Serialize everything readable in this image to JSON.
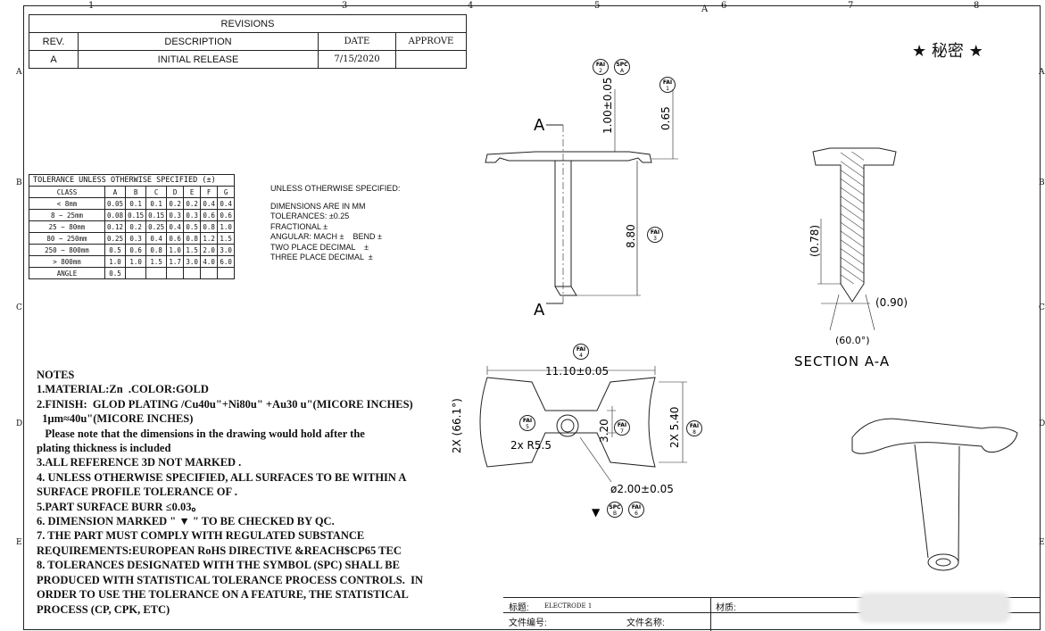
{
  "zones": {
    "columns": [
      "1",
      "3",
      "4",
      "5",
      "A",
      "6",
      "7",
      "8"
    ],
    "rows": [
      "A",
      "B",
      "C",
      "D",
      "E"
    ]
  },
  "revisions": {
    "title": "REVISIONS",
    "headers": [
      "REV.",
      "DESCRIPTION",
      "DATE",
      "APPROVE"
    ],
    "rows": [
      [
        "A",
        "INITIAL RELEASE",
        "7/15/2020",
        ""
      ]
    ]
  },
  "confidential": "★ 秘密 ★",
  "tolerance_table": {
    "title": "TOLERANCE UNLESS OTHERWISE SPECIFIED (±)",
    "headers": [
      "CLASS",
      "A",
      "B",
      "C",
      "D",
      "E",
      "F",
      "G"
    ],
    "rows": [
      [
        "< 8mm",
        "0.05",
        "0.1",
        "0.1",
        "0.2",
        "0.2",
        "0.4",
        "0.4"
      ],
      [
        "8 ~ 25mm",
        "0.08",
        "0.15",
        "0.15",
        "0.3",
        "0.3",
        "0.6",
        "0.6"
      ],
      [
        "25 ~ 80mm",
        "0.12",
        "0.2",
        "0.25",
        "0.4",
        "0.5",
        "0.8",
        "1.0"
      ],
      [
        "80 ~ 250mm",
        "0.25",
        "0.3",
        "0.4",
        "0.6",
        "0.8",
        "1.2",
        "1.5"
      ],
      [
        "250 ~ 800mm",
        "0.5",
        "0.6",
        "0.8",
        "1.0",
        "1.5",
        "2.0",
        "3.0"
      ],
      [
        "> 800mm",
        "1.0",
        "1.0",
        "1.5",
        "1.7",
        "3.0",
        "4.0",
        "6.0"
      ],
      [
        "ANGLE",
        "0.5",
        "",
        "",
        "",
        "",
        "",
        ""
      ]
    ]
  },
  "unless_specified": {
    "title": "UNLESS OTHERWISE SPECIFIED:",
    "lines": [
      "DIMENSIONS ARE IN MM",
      "TOLERANCES: ±0.25",
      "FRACTIONAL ±",
      "ANGULAR: MACH ±    BEND ±",
      "TWO PLACE DECIMAL    ±",
      "THREE PLACE DECIMAL  ±"
    ]
  },
  "notes": {
    "title": "NOTES",
    "lines": [
      "1.MATERIAL:Zn  .COLOR:GOLD",
      "2.FINISH:  GLOD PLATING /Cu40u\"+Ni80u\" +Au30 u\"(MICORE INCHES)",
      "  1μm≈40u\"(MICORE INCHES)",
      "   Please note that the dimensions in the drawing would hold after the",
      "plating thickness is included",
      "3.ALL REFERENCE 3D NOT MARKED .",
      "4. UNLESS OTHERWISE SPECIFIED, ALL SURFACES TO BE WITHIN A",
      "SURFACE PROFILE TOLERANCE OF .",
      "5.PART SURFACE BURR ≤0.03。",
      "6. DIMENSION MARKED \" ▼ \" TO BE CHECKED BY QC.",
      "7. THE PART MUST COMPLY WITH REGULATED SUBSTANCE",
      "REQUIREMENTS:EUROPEAN RoHS DIRECTIVE &REACH$CP65 TEC",
      "8. TOLERANCES DESIGNATED WITH THE SYMBOL (SPC) SHALL BE",
      "PRODUCED WITH STATISTICAL TOLERANCE PROCESS CONTROLS.  IN",
      "ORDER TO USE THE TOLERANCE ON A FEATURE, THE STATISTICAL",
      "PROCESS (CP, CPK, ETC)"
    ]
  },
  "front_view": {
    "section_label": "A",
    "dim_flange": "1.00±0.05",
    "dim_small": "0.65",
    "dim_length": "8.80",
    "badges": [
      "FAI 2",
      "SPC A",
      "FAI 1",
      "FAI 3"
    ]
  },
  "section_view": {
    "title": "SECTION  A-A",
    "dim_height": "(0.78)",
    "dim_tip": "(0.90)",
    "dim_angle": "(60.0°)"
  },
  "top_view": {
    "dim_width": "11.10±0.05",
    "dim_angle": "2X (66.1°)",
    "dim_radius": "2x R5.5",
    "dim_inner": "3.20",
    "dim_outer": "2X 5.40",
    "dim_hole": "ø2.00±0.05",
    "qc_mark": "▼",
    "badges": [
      "FAI 4",
      "FAI 5",
      "FAI 7",
      "FAI 8",
      "SPC B",
      "FAI 6"
    ]
  },
  "title_block": {
    "title_label": "标题:",
    "title_value": "ELECTRODE 1",
    "material_label": "材质:",
    "file_no_label": "文件编号:",
    "file_name_label": "文件名称:"
  }
}
